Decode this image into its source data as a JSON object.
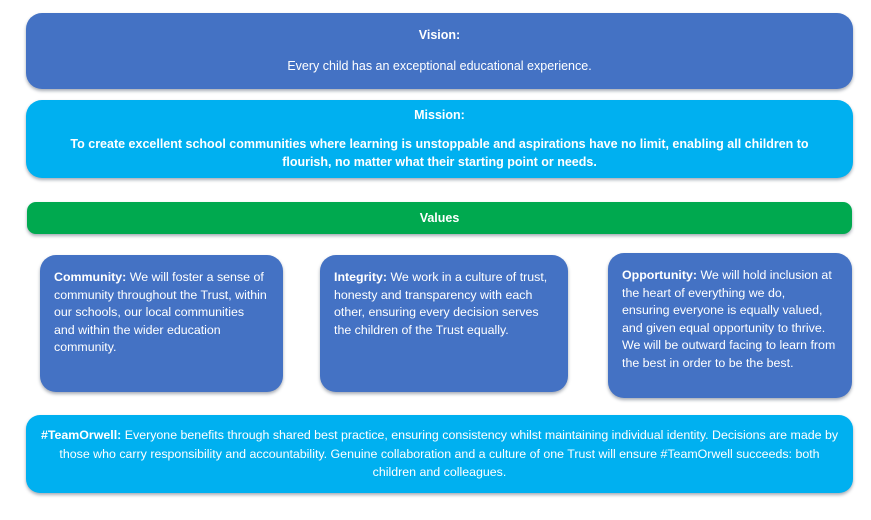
{
  "colors": {
    "vision_blue": "#4472C4",
    "mission_cyan": "#00B0F0",
    "values_green": "#00A94F",
    "card_blue": "#4472C4",
    "text_white": "#FFFFFF",
    "page_background": "#FFFFFF"
  },
  "vision": {
    "title": "Vision:",
    "body": "Every child has an exceptional educational experience."
  },
  "mission": {
    "title": "Mission:",
    "body": "To create excellent school communities where learning is unstoppable and aspirations have no limit, enabling all children to flourish, no matter what their starting point or needs."
  },
  "values": {
    "heading": "Values",
    "items": [
      {
        "term": "Community:",
        "body": " We will foster a sense of community throughout the Trust, within our schools, our local communities and within the wider education community."
      },
      {
        "term": "Integrity:",
        "body": " We work in a culture of trust, honesty and transparency with each other, ensuring every decision serves the children of the Trust equally."
      },
      {
        "term": " Opportunity:",
        "body": " We will hold inclusion at the heart of everything we do, ensuring everyone is equally valued, and given equal opportunity to thrive.  We will be outward facing to learn from the best in order to be the best."
      }
    ]
  },
  "team": {
    "term": "#TeamOrwell:",
    "body": " Everyone benefits through shared best practice, ensuring consistency whilst maintaining individual identity. Decisions are made by those who carry responsibility and accountability.  Genuine collaboration and a culture of one Trust will ensure #TeamOrwell succeeds: both children and colleagues."
  }
}
